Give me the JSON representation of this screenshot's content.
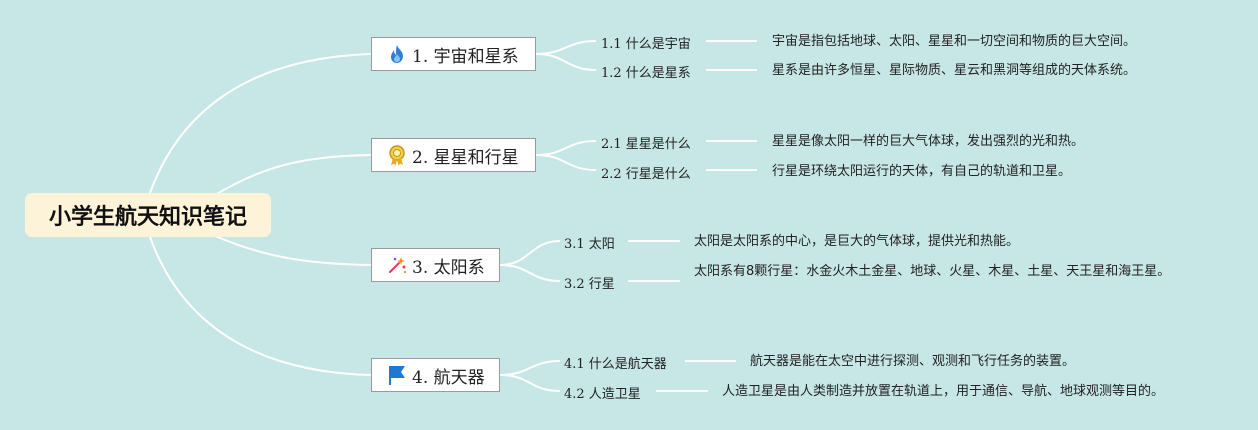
{
  "root": {
    "label": "小学生航天知识笔记"
  },
  "branches": [
    {
      "label": "1. 宇宙和星系",
      "icon": "flame-icon",
      "children": [
        {
          "label": "1.1 什么是宇宙",
          "desc": "宇宙是指包括地球、太阳、星星和一切空间和物质的巨大空间。"
        },
        {
          "label": "1.2 什么是星系",
          "desc": "星系是由许多恒星、星际物质、星云和黑洞等组成的天体系统。"
        }
      ]
    },
    {
      "label": "2. 星星和行星",
      "icon": "medal-icon",
      "children": [
        {
          "label": "2.1 星星是什么",
          "desc": "星星是像太阳一样的巨大气体球，发出强烈的光和热。"
        },
        {
          "label": "2.2 行星是什么",
          "desc": "行星是环绕太阳运行的天体，有自己的轨道和卫星。"
        }
      ]
    },
    {
      "label": "3. 太阳系",
      "icon": "sparkle-icon",
      "children": [
        {
          "label": "3.1 太阳",
          "desc": "太阳是太阳系的中心，是巨大的气体球，提供光和热能。"
        },
        {
          "label": "3.2 行星",
          "desc": "太阳系有8颗行星：水金火木土金星、地球、火星、木星、土星、天王星和海王星。"
        }
      ]
    },
    {
      "label": "4. 航天器",
      "icon": "flag-icon",
      "children": [
        {
          "label": "4.1 什么是航天器",
          "desc": "航天器是能在太空中进行探测、观测和飞行任务的装置。"
        },
        {
          "label": "4.2 人造卫星",
          "desc": "人造卫星是由人类制造并放置在轨道上，用于通信、导航、地球观测等目的。"
        }
      ]
    }
  ],
  "colors": {
    "background": "#c7e6e6",
    "root_fill": "#fdf3d8",
    "link": "#ffffff",
    "flame": "#2f7fd6",
    "medal": "#e8b830",
    "sparkle": "#e0405a",
    "flag": "#1f78d1"
  }
}
